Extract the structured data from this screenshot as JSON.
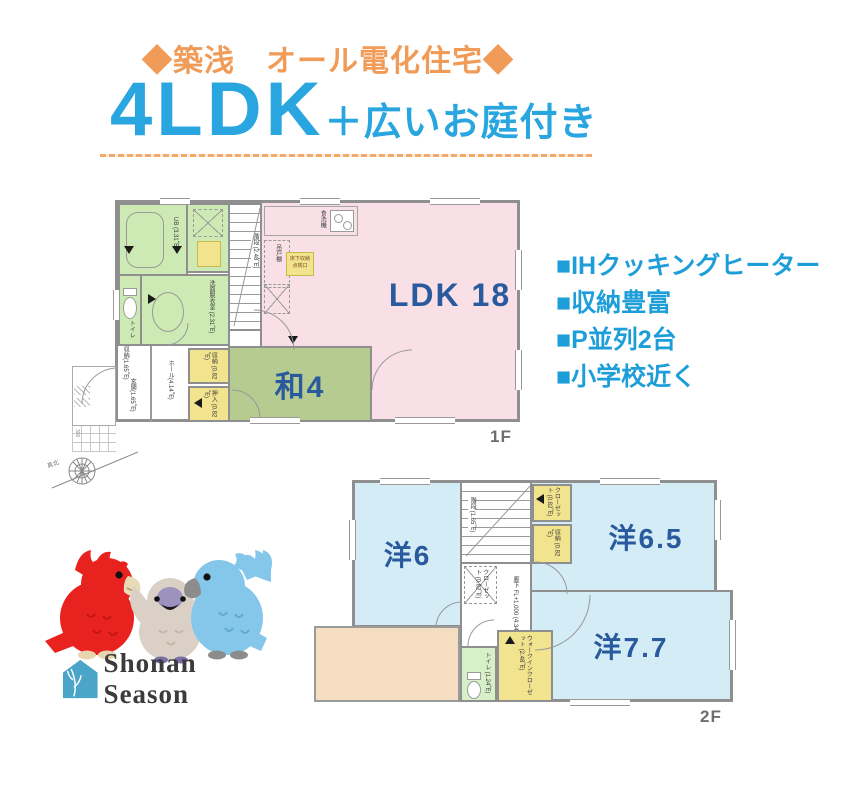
{
  "header": {
    "catch": "◆築浅　オール電化住宅◆",
    "headline_big": "4LDK",
    "headline_small": "＋広いお庭付き"
  },
  "features": {
    "items": [
      "■IHクッキングヒーター",
      "■収納豊富",
      "■P並列2台",
      "■小学校近く"
    ]
  },
  "plan1f": {
    "floor_label": "1F",
    "compass_label": "真北",
    "porch_dim": "300",
    "rooms": {
      "ldk": {
        "label": "LDK 18"
      },
      "washitsu": {
        "label": "和4"
      },
      "ub": {
        "name": "UB",
        "area": "(3.31㎡)"
      },
      "senmen": {
        "name": "洗面脱衣室",
        "area": "(2.31㎡)"
      },
      "toilet": {
        "name": "トイレ"
      },
      "toilet_storage": {
        "name": "収納",
        "area": "(1.65㎡)"
      },
      "stairs": {
        "name": "階段",
        "area": "(2.48㎡)"
      },
      "hall": {
        "name": "ホール",
        "area": "(4.14㎡)"
      },
      "genkan": {
        "name": "玄関",
        "area": "(1.65㎡)"
      },
      "shuno": {
        "name": "収納",
        "area": "(0.82㎡)"
      },
      "oshiire": {
        "name": "押入",
        "area": "(0.82㎡)"
      },
      "yukashita": {
        "name": "床下収納",
        "sub": "点検口"
      },
      "dishwasher": {
        "name": "食洗機"
      },
      "tsuridana": {
        "name": "吊戸棚"
      }
    }
  },
  "plan2f": {
    "floor_label": "2F",
    "rooms": {
      "yo6": {
        "label": "洋6"
      },
      "yo65": {
        "label": "洋6.5"
      },
      "yo77": {
        "label": "洋7.7"
      },
      "stairs": {
        "name": "階段",
        "area": "(1.65㎡)"
      },
      "rouka": {
        "name": "廊下",
        "note": "FL+1,000",
        "area": "(4.34㎡)"
      },
      "closet_top": {
        "name": "クローゼット",
        "area": "(0.82㎡)"
      },
      "shuno": {
        "name": "収納",
        "area": "(0.82㎡)"
      },
      "closet_hall": {
        "name": "クローゼット",
        "area": "(0.82㎡)"
      },
      "toilet": {
        "name": "トイレ",
        "area": "(1.24㎡)"
      },
      "wic": {
        "name": "ウォークインクローゼット",
        "area": "(2.48㎡)"
      }
    }
  },
  "logo": {
    "text": "Shonan Season",
    "icon": "house-branch-icon",
    "mascots": [
      "red-parrot",
      "beige-bird",
      "blue-parrot"
    ]
  },
  "colors": {
    "accent_orange": "#F09B57",
    "accent_blue": "#29A6DF",
    "feature_blue": "#1E9ED9",
    "label_navy": "#2A5A9E",
    "ldk_pink": "#F9E0E6",
    "bath_green": "#CDEAB4",
    "washitsu_olive": "#B6CB8F",
    "west_room_blue": "#D3ECF6",
    "closet_yellow": "#F2E38E",
    "balcony_beige": "#F5DDC1"
  }
}
